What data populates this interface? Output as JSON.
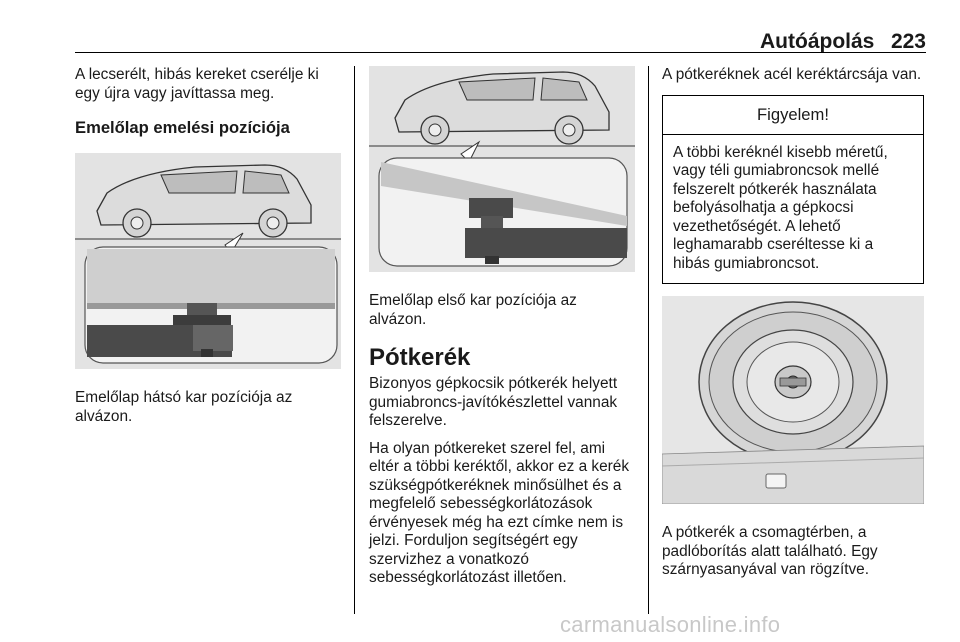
{
  "header": {
    "title": "Autóápolás",
    "page_number": "223"
  },
  "col1": {
    "intro": "A lecserélt, hibás kereket cserélje ki egy újra vagy javíttassa meg.",
    "heading": "Emelőlap emelési pozíciója",
    "caption": "Emelőlap hátsó kar pozíciója az alvázon."
  },
  "col2": {
    "caption": "Emelőlap első kar pozíciója az alvázon.",
    "heading": "Pótkerék",
    "para1": "Bizonyos gépkocsik pótkerék helyett gumiabroncs-javítókészlettel vannak felszerelve.",
    "para2": "Ha olyan pótkereket szerel fel, ami eltér a többi keréktől, akkor ez a kerék szükségpótkeréknek minősülhet és a megfelelő sebességkorlátozások érvényesek még ha ezt címke nem is jelzi. Forduljon segítségért egy szervizhez a vonatkozó sebességkorlátozást illetően."
  },
  "col3": {
    "intro": "A pótkeréknek acél keréktárcsája van.",
    "warning_title": "Figyelem!",
    "warning_body": "A többi keréknél kisebb méretű, vagy téli gumiabroncsok mellé felszerelt pótkerék használata befolyásolhatja a gépkocsi vezethetőségét. A lehető leghamarabb cseréltesse ki a hibás gumiabroncsot.",
    "caption": "A pótkerék a csomagtérben, a padlóborítás alatt található. Egy szárnyasanyával van rögzítve."
  },
  "footer": {
    "watermark": "carmanualsonline.info"
  }
}
